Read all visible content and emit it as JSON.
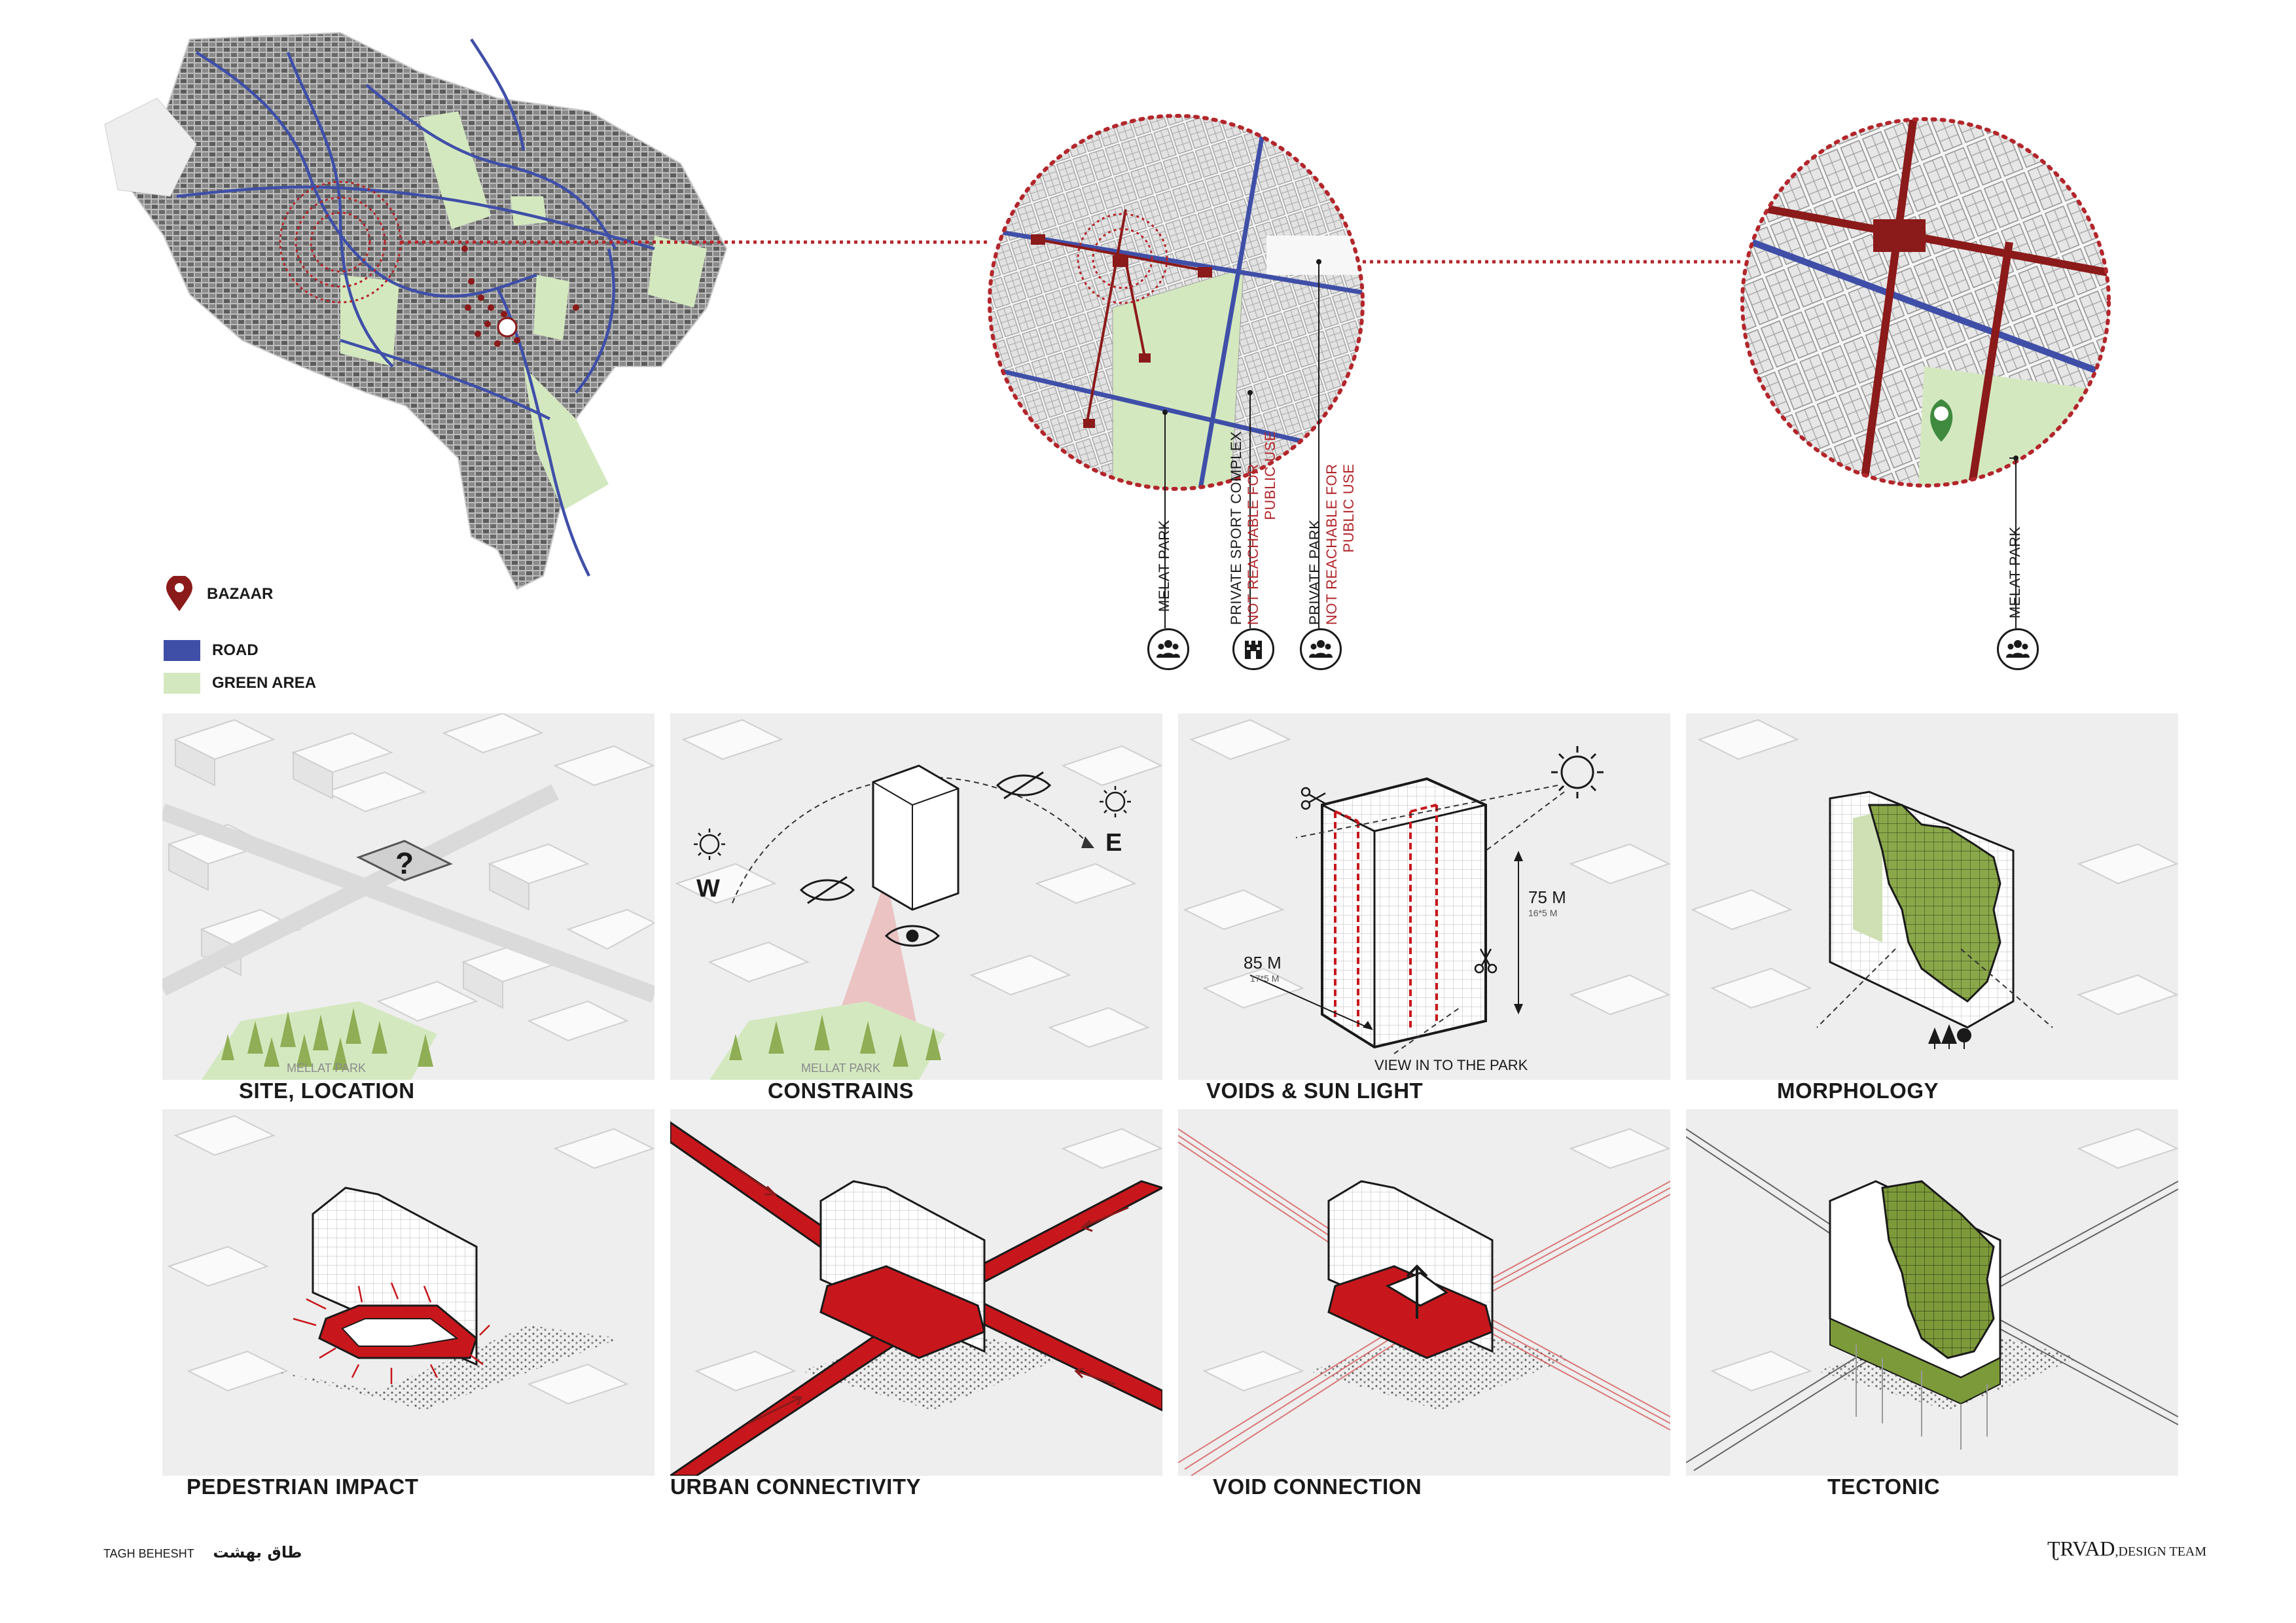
{
  "legend": {
    "items": [
      {
        "label": "BAZAAR",
        "icon": "map-pin-icon",
        "color": "#8b1a1a"
      },
      {
        "label": "ROAD",
        "color": "#3f4fa8"
      },
      {
        "label": "GREEN AREA",
        "color": "#d4e8c0"
      }
    ]
  },
  "callouts": {
    "mid": [
      {
        "label": "MELAT PARK",
        "icon": "people-icon"
      },
      {
        "label": "PRIVATE SPORT COMPLEX",
        "note": [
          "NOT REACHABLE FOR",
          "PUBLIC USE"
        ],
        "icon": "building-icon"
      },
      {
        "label": "PRIVATE PARK",
        "note": [
          "NOT REACHABLE FOR",
          "PUBLIC USE"
        ],
        "icon": "people-icon"
      }
    ],
    "right": [
      {
        "label": "MELAT PARK",
        "icon": "people-icon"
      }
    ]
  },
  "panels": [
    {
      "label": "SITE, LOCATION",
      "annotations": {
        "question": "?",
        "park": "MELLAT PARK"
      }
    },
    {
      "label": "CONSTRAINS",
      "annotations": {
        "west": "W",
        "east": "E",
        "park": "MELLAT PARK"
      }
    },
    {
      "label": "VOIDS & SUN LIGHT",
      "annotations": {
        "height": "75 M",
        "height_sub": "16*5 M",
        "length": "85 M",
        "length_sub": "17*5 M",
        "view": "VIEW IN TO THE PARK"
      }
    },
    {
      "label": "MORPHOLOGY"
    },
    {
      "label": "PEDESTRIAN IMPACT"
    },
    {
      "label": "URBAN CONNECTIVITY"
    },
    {
      "label": "VOID CONNECTION"
    },
    {
      "label": "TECTONIC"
    }
  ],
  "footer": {
    "left_latin": "TAGH BEHESHT",
    "left_persian": "طاق بهشت",
    "right_brand": "ƮRVAD",
    "right_text": ",DESIGN TEAM"
  },
  "colors": {
    "accent_red": "#c8171c",
    "dark_red": "#8b1a1a",
    "road_blue": "#3f4fa8",
    "green_area": "#d4e8c0",
    "moss_green": "#7d9a3a"
  }
}
